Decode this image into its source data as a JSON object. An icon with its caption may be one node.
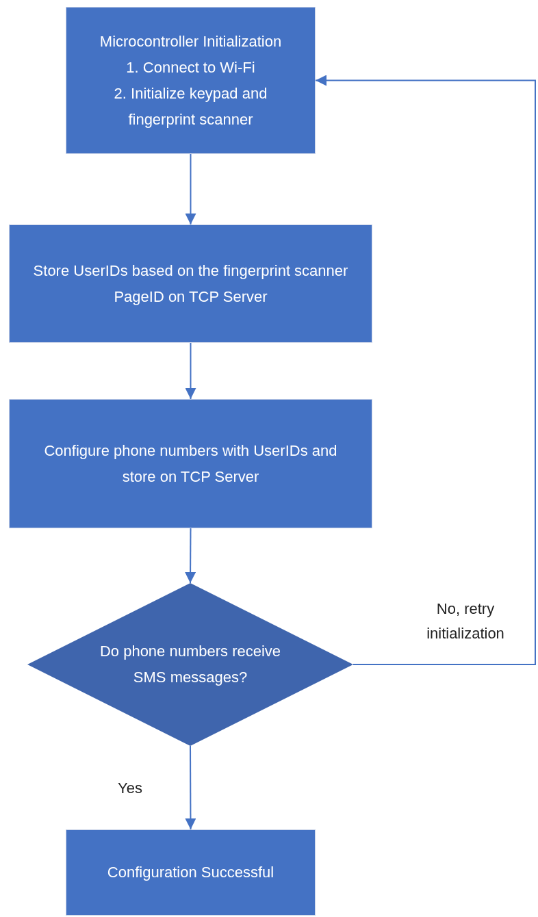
{
  "diagram": {
    "nodes": [
      {
        "text": [
          "Microcontroller Initialization",
          "1. Connect to Wi-Fi",
          "2. Initialize keypad and fingerprint scanner"
        ]
      },
      {
        "text": [
          "Store UserIDs based on the fingerprint scanner PageID on TCP Server"
        ]
      },
      {
        "text": [
          "Configure phone numbers with UserIDs and store on TCP Server"
        ]
      },
      {
        "text": [
          "Do phone numbers receive SMS messages?"
        ]
      },
      {
        "text": [
          "Configuration Successful"
        ]
      }
    ],
    "edges": [
      {
        "from": 0,
        "to": 1,
        "arrow": "to"
      },
      {
        "from": 1,
        "to": 2,
        "arrow": "to"
      },
      {
        "from": 2,
        "to": 3,
        "arrow": "to"
      },
      {
        "from": 3,
        "to": 4,
        "arrow": "to",
        "label": "Yes"
      },
      {
        "from": 3,
        "to": 0,
        "arrow": "to",
        "label": "No, retry initialization"
      }
    ]
  }
}
